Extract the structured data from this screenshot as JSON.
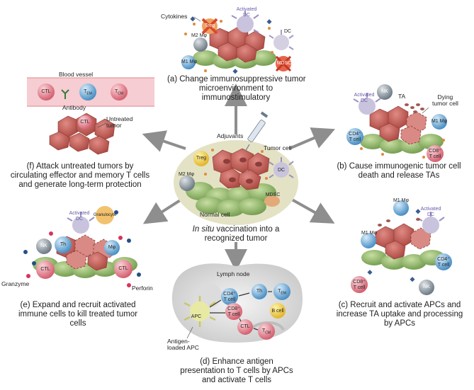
{
  "center": {
    "adjuvants": "Adjuvants",
    "tumor_cell": "Tumor cell",
    "treg": "Treg",
    "m2": "M2 Mφ",
    "dc": "DC",
    "mdsc": "MDSC",
    "normal_cell": "Normal cell",
    "caption_italic": "In situ",
    "caption_rest": " vaccination into a",
    "caption_line2": "recognized tumor"
  },
  "panel_a": {
    "cytokines": "Cytokines",
    "treg": "Treg",
    "activated_dc": "Activated\nDC",
    "m2": "M2 Mφ",
    "dc": "DC",
    "m1": "M1 Mφ",
    "mdsc": "MDSC",
    "caption": "(a) Change immunosuppressive tumor\nmicroenvironment to\nimmunostimulatory"
  },
  "panel_b": {
    "nk": "NK",
    "ta": "TA",
    "activated_dc": "Activated\nDC",
    "dying": "Dying\ntumor cell",
    "m1": "M1 Mφ",
    "cd4": "CD4⁺\nT cell",
    "cd8": "CD8⁺\nT cell",
    "caption": "(b) Cause immunogenic tumor cell\ndeath and release TAs"
  },
  "panel_c": {
    "m1_top": "M1 Mφ",
    "m1_left": "M1 Mφ",
    "activated_dc": "Activated\nDC",
    "cd4": "CD4⁺\nT cell",
    "cd8": "CD8⁺\nT cell",
    "nk": "NK",
    "caption": "(c) Recruit and activate APCs and\nincrease TA uptake and processing\nby APCs"
  },
  "panel_d": {
    "lymph_node": "Lymph node",
    "cd4": "CD4⁺\nT cell",
    "th": "Th",
    "tem": "T",
    "tem_sub": "EM",
    "b_cell": "B cell",
    "apc": "APC",
    "cd8": "CD8⁺\nT cell",
    "ctl": "CTL",
    "tcm": "T",
    "tcm_sub": "CM",
    "antigen_apc": "Antigen-\nloaded APC",
    "caption": "(d) Enhance antigen\npresentation to T cells by APCs\nand activate T cells"
  },
  "panel_e": {
    "activated_dc": "Activated\nDC",
    "granulocyte": "Granulocyte",
    "nk": "NK",
    "th": "Th",
    "mphi": "Mφ",
    "ctl_left": "CTL",
    "ctl_right": "CTL",
    "granzyme": "Granzyme",
    "perforin": "Perforin",
    "caption": "(e) Expand and recruit activated\nimmune cells to kill treated tumor\ncells"
  },
  "panel_f": {
    "blood_vessel": "Blood vessel",
    "ctl": "CTL",
    "tem": "T",
    "tem_sub": "EM",
    "tcm": "T",
    "tcm_sub": "CM",
    "antibody": "Antibody",
    "ctl_tumor": "CTL",
    "untreated": "Untreated\ntumor",
    "caption": "(f) Attack untreated tumors by\ncirculating effector and memory T cells\nand generate long-term protection"
  },
  "colors": {
    "tumor": "#c9605a",
    "tumor_dark": "#9e3f3b",
    "normal": "#8fb86a",
    "ctl": "#e48a93",
    "arrow": "#8e8e8e",
    "tumor_bed": "#e4e2c4",
    "vessel": "#f6cdd2"
  }
}
